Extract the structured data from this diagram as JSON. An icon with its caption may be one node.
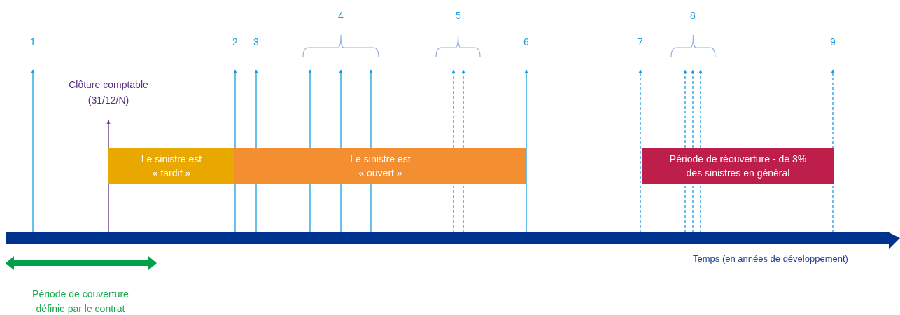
{
  "diagram": {
    "nodes": [
      {
        "text": [],
        "shape": "bar",
        "beside": [
          "Temps (en années de développement)"
        ]
      },
      {
        "text": [
          "Clôture comptable (31/12/N)"
        ]
      },
      {
        "text": [
          "Le sinistre est « tardif »"
        ]
      },
      {
        "text": [
          "Le sinistre est « ouvert »"
        ]
      },
      {
        "text": [
          "Période de réouverture - de 3% des sinistres en général"
        ]
      },
      {
        "text": [],
        "shape": "arrow",
        "beside": [
          "Période de couverture définie par le contrat"
        ]
      },
      {
        "text": [],
        "shape": "bracket"
      },
      {
        "text": [],
        "shape": "bracket"
      },
      {
        "text": [],
        "shape": "bracket"
      }
    ],
    "edges": [
      {
        "from": 0,
        "to": null,
        "arrow": "to"
      },
      {
        "from": 0,
        "to": 1,
        "arrow": "to",
        "color": "#5b2c83"
      },
      {
        "from": 0,
        "to": null,
        "arrow": "to"
      },
      {
        "from": 0,
        "to": null,
        "arrow": "to"
      },
      {
        "from": 0,
        "to": 3,
        "arrow": "none"
      },
      {
        "from": 3,
        "to": 6,
        "arrow": "to"
      },
      {
        "from": 0,
        "to": 3,
        "arrow": "none"
      },
      {
        "from": 3,
        "to": 6,
        "arrow": "to"
      },
      {
        "from": 0,
        "to": 3,
        "arrow": "none"
      },
      {
        "from": 3,
        "to": 6,
        "arrow": "to"
      },
      {
        "from": 0,
        "to": 3,
        "arrow": "none",
        "style": "dashed"
      },
      {
        "from": 3,
        "to": 7,
        "arrow": "to",
        "style": "dashed"
      },
      {
        "from": 0,
        "to": 3,
        "arrow": "none",
        "style": "dashed"
      },
      {
        "from": 3,
        "to": 7,
        "arrow": "to",
        "style": "dashed"
      },
      {
        "from": 0,
        "to": null,
        "arrow": "to"
      },
      {
        "from": 0,
        "to": null,
        "arrow": "to",
        "style": "dashed"
      },
      {
        "from": 0,
        "to": 4,
        "arrow": "none",
        "style": "dashed"
      },
      {
        "from": 4,
        "to": 8,
        "arrow": "to",
        "style": "dashed"
      },
      {
        "from": 0,
        "to": 4,
        "arrow": "none",
        "style": "dashed"
      },
      {
        "from": 4,
        "to": 8,
        "arrow": "to",
        "style": "dashed"
      },
      {
        "from": 0,
        "to": 4,
        "arrow": "none",
        "style": "dashed"
      },
      {
        "from": 4,
        "to": 8,
        "arrow": "to",
        "style": "dashed"
      },
      {
        "from": 0,
        "to": null,
        "arrow": "to",
        "style": "dashed"
      }
    ],
    "labels": [
      "4",
      "5",
      "8",
      "1",
      "2",
      "3",
      "6",
      "7",
      "9"
    ]
  }
}
